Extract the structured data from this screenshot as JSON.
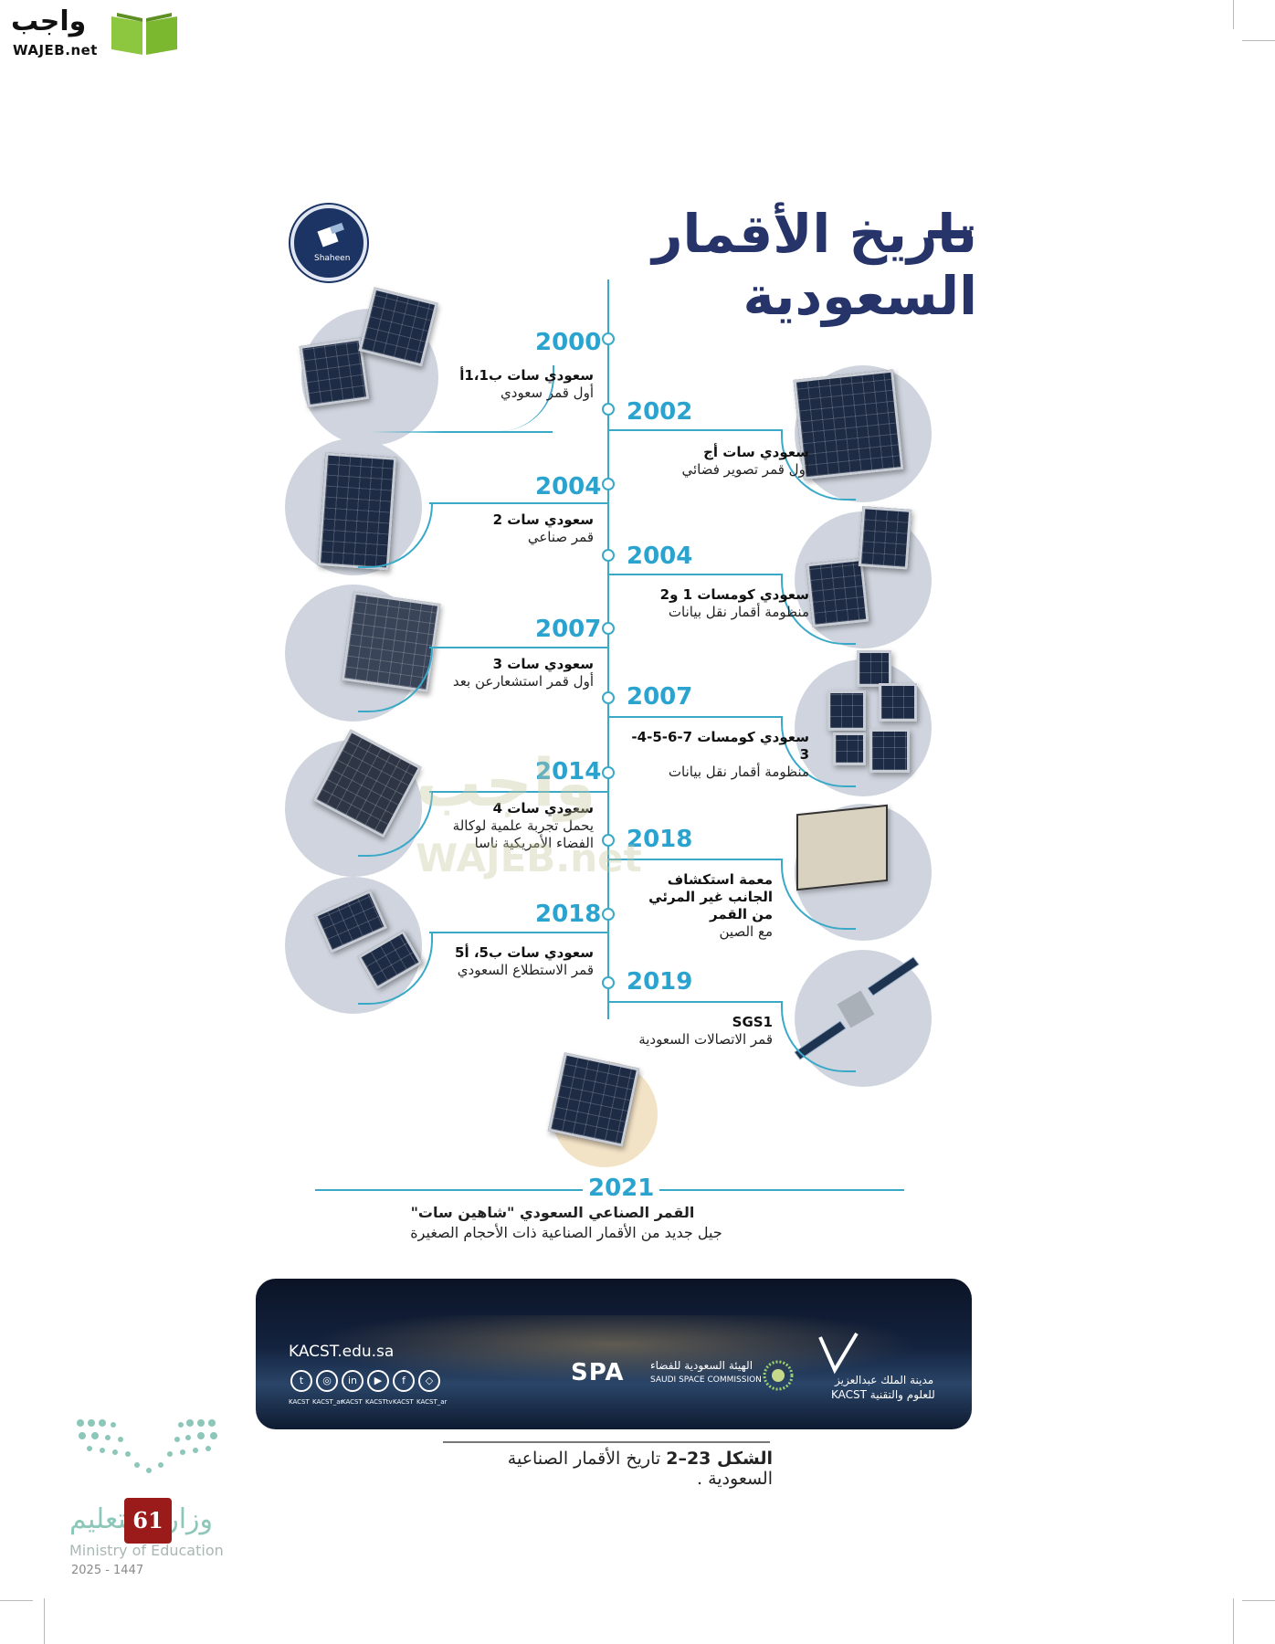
{
  "brand": {
    "ar": "واجب",
    "en": "WAJEB.net"
  },
  "title": "تاريخ الأقمار السعودية",
  "badge_label": "Shaheen",
  "events": [
    {
      "year": "2000",
      "name": "سعودي سات ب1،1أ",
      "desc": "أول قمر سعودي"
    },
    {
      "year": "2002",
      "name": "سعودي سات أج",
      "desc": "أول قمر تصوير فضائي"
    },
    {
      "year": "2004",
      "name": "سعودي سات 2",
      "desc": "قمر صناعي"
    },
    {
      "year": "2004",
      "name": "سعودي كومسات 1 و2",
      "desc": "منظومة أقمار نقل بيانات"
    },
    {
      "year": "2007",
      "name": "سعودي سات 3",
      "desc": "أول قمر استشعارعن بعد"
    },
    {
      "year": "2007",
      "name": "سعودي كومسات 7-6-5-4-3",
      "desc": "منظومة أقمار نقل بيانات"
    },
    {
      "year": "2014",
      "name": "سعودي سات 4",
      "desc": "يحمل تجربة علمية لوكالة الفضاء الأمريكية ناسا"
    },
    {
      "year": "2018",
      "name": "معمة استكشاف الجانب غير المرئي من القمر",
      "desc": "مع الصين"
    },
    {
      "year": "2018",
      "name": "سعودي سات ب5، أ5",
      "desc": "قمر الاستطلاع السعودي"
    },
    {
      "year": "2019",
      "name": "SGS1",
      "desc": "قمر الاتصالات السعودية"
    }
  ],
  "final": {
    "year": "2021",
    "name": "القمر الصناعي السعودي \"شاهين سات\"",
    "desc": "جيل جديد من الأقمار الصناعية ذات الأحجام الصغيرة"
  },
  "banner": {
    "url": "KACST.edu.sa",
    "social": [
      "KACST",
      "KACST_ar",
      "KACST",
      "KACSTtv",
      "KACST",
      "KACST_ar"
    ],
    "spa": "SPA",
    "ssc_ar": "الهيئة السعودية للفضاء",
    "ssc_en": "SAUDI SPACE COMMISSION",
    "kacst_ar_1": "مدينة الملك عبدالعزيز",
    "kacst_ar_2": "للعلوم والتقنية KACST"
  },
  "caption": {
    "label": "الشكل 23–2",
    "text": "تاريخ الأقمار الصناعية السعودية ."
  },
  "page_number": "61",
  "ministry": {
    "ar": "وزارة التعليم",
    "en": "Ministry of Education",
    "year": "2025 - 1447"
  },
  "watermark": {
    "ar": "واجب",
    "en": "WAJEB.net"
  },
  "colors": {
    "title": "#27346a",
    "accent": "#2aa3cf",
    "page_badge": "#9b1b1b"
  }
}
